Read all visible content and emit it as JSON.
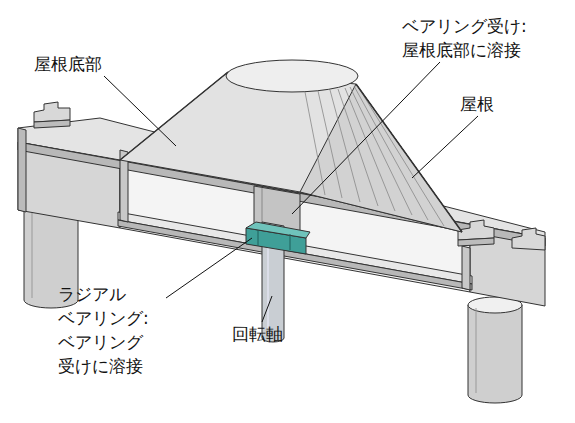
{
  "diagram": {
    "labels": [
      "屋根底部",
      "ベアリング受け: 屋根底部に溶接",
      "屋根",
      "ラジアル ベアリング: ベアリング 受けに溶接",
      "回転軸"
    ]
  }
}
